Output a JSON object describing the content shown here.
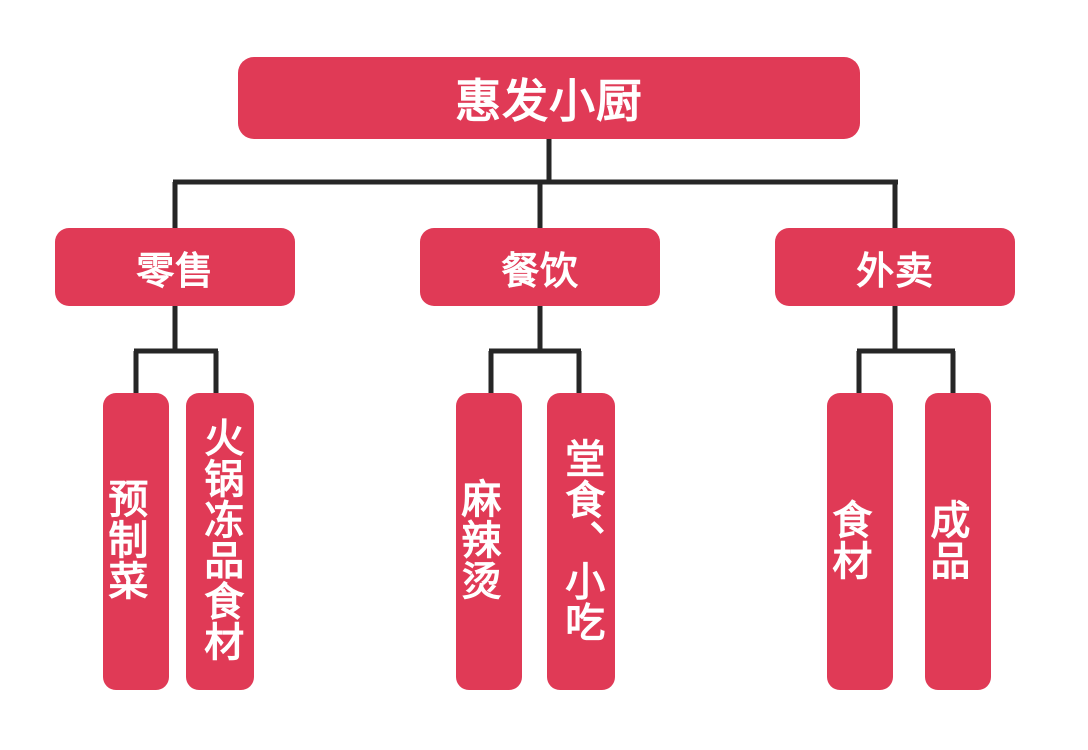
{
  "chart": {
    "title_node": "惠发小厨",
    "accent_color": "#E03A56",
    "connector_color": "#262626",
    "text_color": "#FFFFFF",
    "background": "#FFFFFF",
    "type": "org-tree",
    "levels": 3
  },
  "root": {
    "label": "惠发小厨"
  },
  "branches": [
    {
      "id": "retail",
      "label": "零售",
      "children": [
        {
          "id": "prepared-dishes",
          "label": "预制菜"
        },
        {
          "id": "hotpot-frozen-ingredients",
          "label": "火锅冻品食材"
        }
      ]
    },
    {
      "id": "dining",
      "label": "餐饮",
      "children": [
        {
          "id": "malatang",
          "label": "麻辣烫"
        },
        {
          "id": "dinein-snacks",
          "label": "堂食、小吃"
        }
      ]
    },
    {
      "id": "takeout",
      "label": "外卖",
      "children": [
        {
          "id": "ingredients",
          "label": "食材"
        },
        {
          "id": "finished-products",
          "label": "成品"
        }
      ]
    }
  ]
}
